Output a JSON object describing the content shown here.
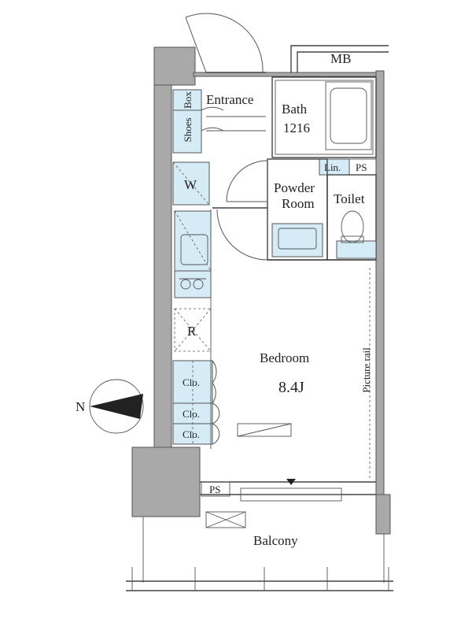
{
  "labels": {
    "mb": "MB",
    "entrance": "Entrance",
    "bath": "Bath",
    "bath_size": "1216",
    "shoes": "Shoes",
    "box": "Box",
    "lin": "Lin.",
    "ps_top": "PS",
    "w": "W",
    "powder": "Powder",
    "room": "Room",
    "toilet": "Toilet",
    "r": "R",
    "bedroom": "Bedroom",
    "bedroom_size": "8.4J",
    "picture_rail": "Picture rail",
    "clo1": "Clo.",
    "clo2": "Clo.",
    "clo3": "Clo.",
    "ps_bottom": "PS",
    "balcony": "Balcony",
    "north": "N"
  },
  "colors": {
    "wall": "#a9a9a9",
    "fixture_fill": "#d5ecf7",
    "line": "#444444"
  }
}
